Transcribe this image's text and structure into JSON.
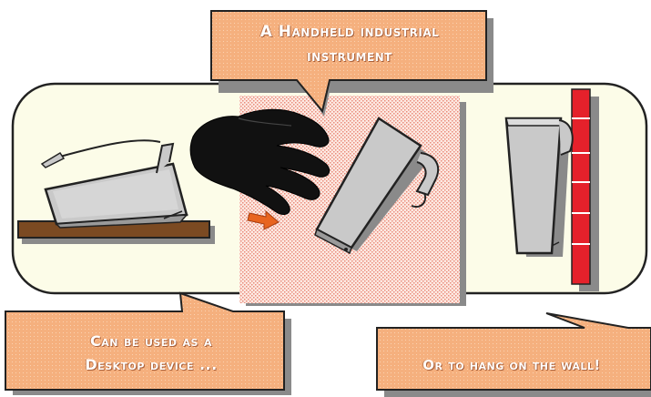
{
  "callouts": {
    "top": "A Handheld industrial instrument",
    "left_line1": "Can be used as a",
    "left_line2": "Desktop device ...",
    "right": "Or to hang on the wall!"
  },
  "colors": {
    "panel_fill": "#fcfce8",
    "callout_fill": "#f5b07e",
    "callout_shadow": "#8c8c8c",
    "device_fill": "#c9c9c9",
    "wall_red": "#e5212b",
    "table_brown": "#7b4a22",
    "arrow_orange": "#e8641f",
    "glove": "#111111"
  },
  "icons": [
    "desktop-device-icon",
    "glove-hand-icon",
    "handheld-device-icon",
    "wall-mounted-device-icon",
    "direction-arrow-icon",
    "wall-icon"
  ]
}
